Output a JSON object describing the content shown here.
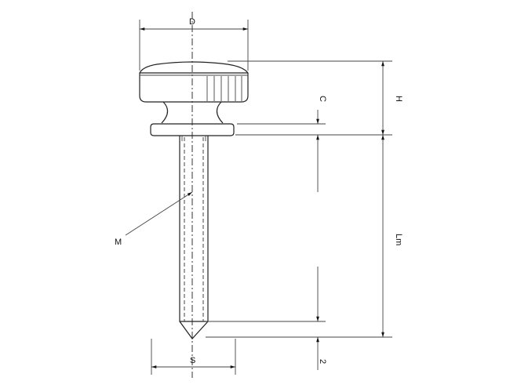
{
  "drawing": {
    "labels": {
      "diameter": "D",
      "head_height": "H",
      "collar": "C",
      "length": "Lm",
      "thread": "M",
      "shank": "S",
      "tip": "2"
    }
  }
}
